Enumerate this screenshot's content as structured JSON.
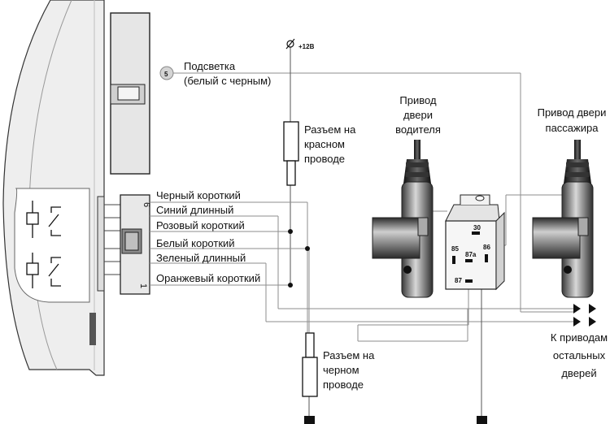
{
  "supply_label": "+12В",
  "pin_number": "5",
  "backlight": {
    "line1": "Подсветка",
    "line2": "(белый с черным)"
  },
  "red_connector": {
    "line1": "Разъем на",
    "line2": "красном",
    "line3": "проводе"
  },
  "black_connector": {
    "line1": "Разъем на",
    "line2": "черном",
    "line3": "проводе"
  },
  "driver_door": {
    "line1": "Привод",
    "line2": "двери",
    "line3": "водителя"
  },
  "passenger_door": {
    "line1": "Привод двери",
    "line2": "пассажира"
  },
  "other_doors": {
    "line1": "К приводам",
    "line2": "остальных",
    "line3": "дверей"
  },
  "connector_pins": {
    "top": "6",
    "bottom": "1"
  },
  "wires": [
    "Черный короткий",
    "Синий длинный",
    "Розовый короткий",
    "Белый короткий",
    "Зеленый длинный",
    "Оранжевый короткий"
  ],
  "relay_pins": {
    "p30": "30",
    "p85": "85",
    "p86": "86",
    "p87a": "87a",
    "p87": "87"
  }
}
